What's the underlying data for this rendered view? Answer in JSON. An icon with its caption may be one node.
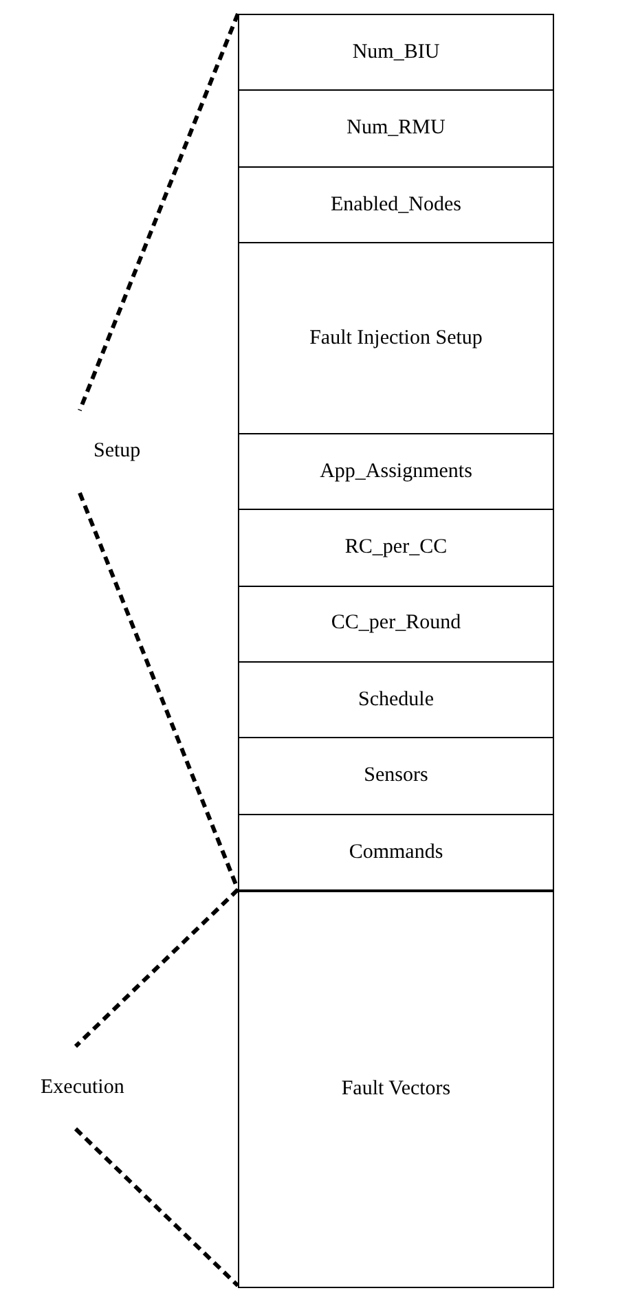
{
  "diagram": {
    "nodes": [
      {
        "text": [
          "Num_BIU"
        ]
      },
      {
        "text": [
          "Num_RMU"
        ]
      },
      {
        "text": [
          "Enabled_Nodes"
        ]
      },
      {
        "text": [
          "Fault Injection Setup"
        ]
      },
      {
        "text": [
          "App_Assignments"
        ]
      },
      {
        "text": [
          "RC_per_CC"
        ]
      },
      {
        "text": [
          "CC_per_Round"
        ]
      },
      {
        "text": [
          "Schedule"
        ]
      },
      {
        "text": [
          "Sensors"
        ]
      },
      {
        "text": [
          "Commands"
        ]
      },
      {
        "text": [
          "Fault Vectors"
        ]
      }
    ],
    "labels": [
      "Setup",
      "Execution"
    ]
  }
}
